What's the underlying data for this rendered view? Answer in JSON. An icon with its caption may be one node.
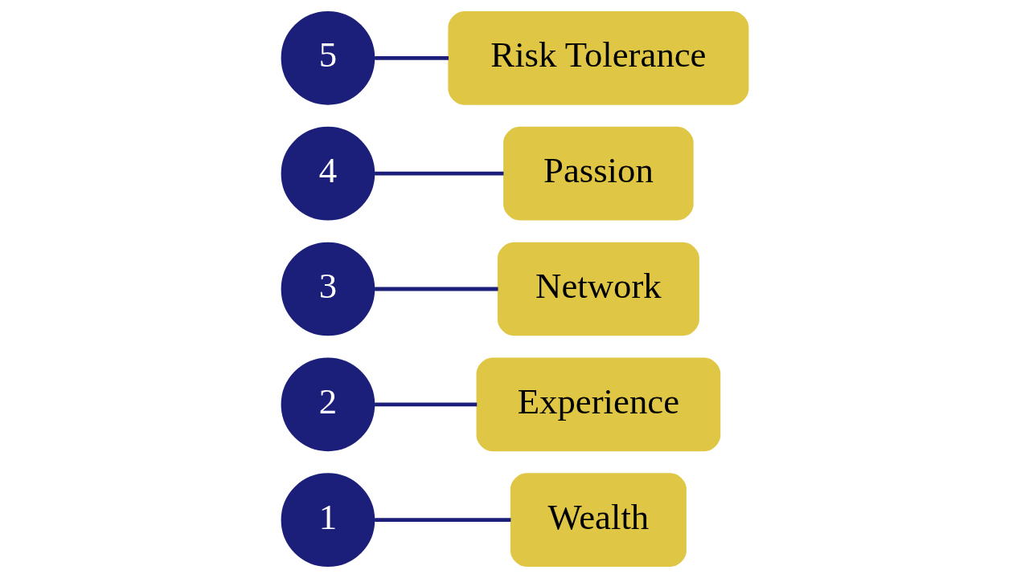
{
  "diagram": {
    "nodes": [
      {
        "text": [
          "1"
        ]
      },
      {
        "text": [
          "Wealth"
        ]
      },
      {
        "text": [
          "2"
        ]
      },
      {
        "text": [
          "Experience"
        ]
      },
      {
        "text": [
          "3"
        ]
      },
      {
        "text": [
          "Network"
        ]
      },
      {
        "text": [
          "4"
        ]
      },
      {
        "text": [
          "Passion"
        ]
      },
      {
        "text": [
          "5"
        ]
      },
      {
        "text": [
          "Risk Tolerance"
        ]
      }
    ],
    "edges": [
      {
        "from": 0,
        "to": 1,
        "arrow": "none"
      },
      {
        "from": 2,
        "to": 3,
        "arrow": "none"
      },
      {
        "from": 4,
        "to": 5,
        "arrow": "none"
      },
      {
        "from": 6,
        "to": 7,
        "arrow": "none"
      },
      {
        "from": 8,
        "to": 9,
        "arrow": "none"
      }
    ]
  }
}
